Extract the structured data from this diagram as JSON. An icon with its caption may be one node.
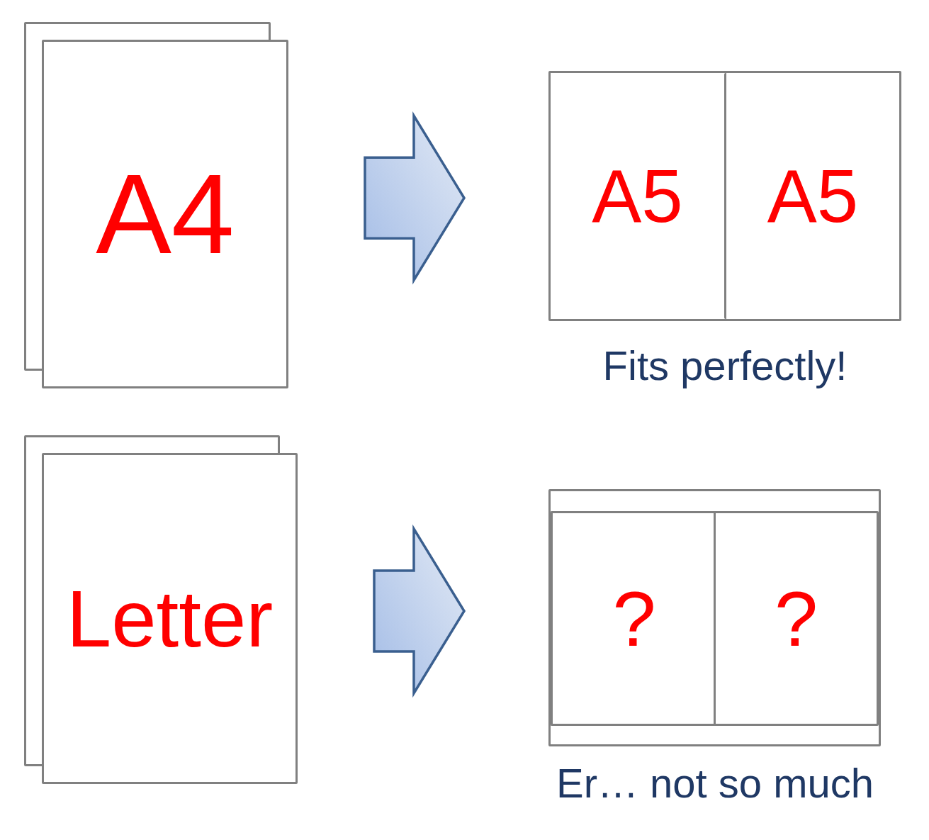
{
  "diagram": {
    "nodes": [
      {
        "text": [],
        "shape": "box"
      },
      {
        "text": [
          "A4"
        ]
      },
      {
        "text": [],
        "shape": "box",
        "beside": [
          "Fits perfectly!"
        ]
      },
      {
        "text": [
          "A5"
        ],
        "in": 2
      },
      {
        "text": [
          "A5"
        ],
        "in": 2
      },
      {
        "text": [],
        "shape": "box"
      },
      {
        "text": [
          "Letter"
        ]
      },
      {
        "text": [],
        "shape": "box",
        "beside": [
          "Er… not so much"
        ]
      },
      {
        "text": [
          "?"
        ],
        "in": 7
      },
      {
        "text": [
          "?"
        ],
        "in": 7
      }
    ],
    "edges": [
      {
        "from": 1,
        "to": 2,
        "arrow": "to"
      },
      {
        "from": 6,
        "to": 7,
        "arrow": "to"
      }
    ]
  }
}
